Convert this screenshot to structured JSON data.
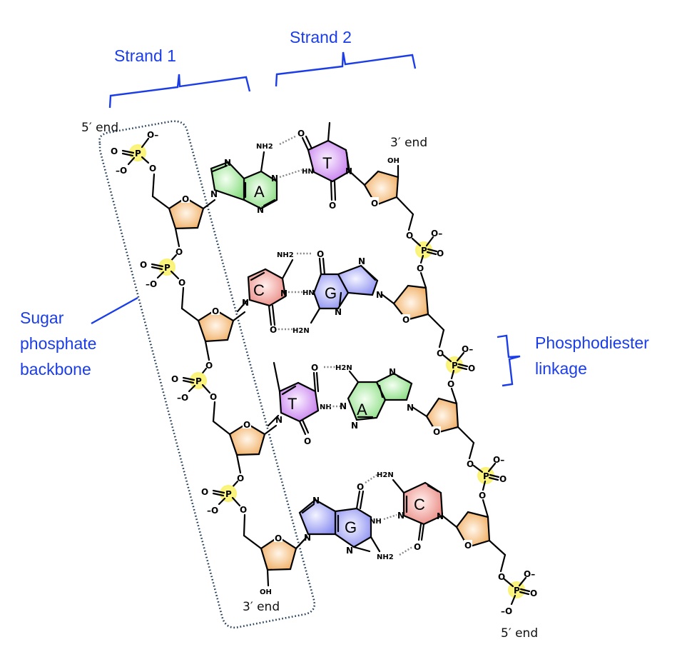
{
  "diagram": {
    "title_labels": {
      "strand1": "Strand 1",
      "strand2": "Strand 2",
      "backbone": [
        "Sugar",
        "phosphate",
        "backbone"
      ],
      "linkage": [
        "Phosphodiester",
        "linkage"
      ]
    },
    "ends": {
      "strand1_top": "5′ end",
      "strand1_bottom": "3′ end",
      "strand2_top": "3′ end",
      "strand2_bottom": "5′ end"
    },
    "base_pairs": [
      {
        "left": "A",
        "right": "T"
      },
      {
        "left": "C",
        "right": "G"
      },
      {
        "left": "T",
        "right": "A"
      },
      {
        "left": "G",
        "right": "C"
      }
    ],
    "atoms": {
      "P": "P",
      "O": "O",
      "O_minus": "O–",
      "minus_O": "–O",
      "N": "N",
      "NH": "NH",
      "HN": "HN",
      "NH2": "NH2",
      "H2N": "H2N",
      "OH": "OH"
    },
    "colors": {
      "A": "#8ee38a",
      "T": "#c97ff0",
      "C": "#ee8a84",
      "G": "#8f93f3",
      "sugar": "#f2b36a",
      "phosphate": "#fbf37c",
      "label": "#1a3de8"
    }
  }
}
